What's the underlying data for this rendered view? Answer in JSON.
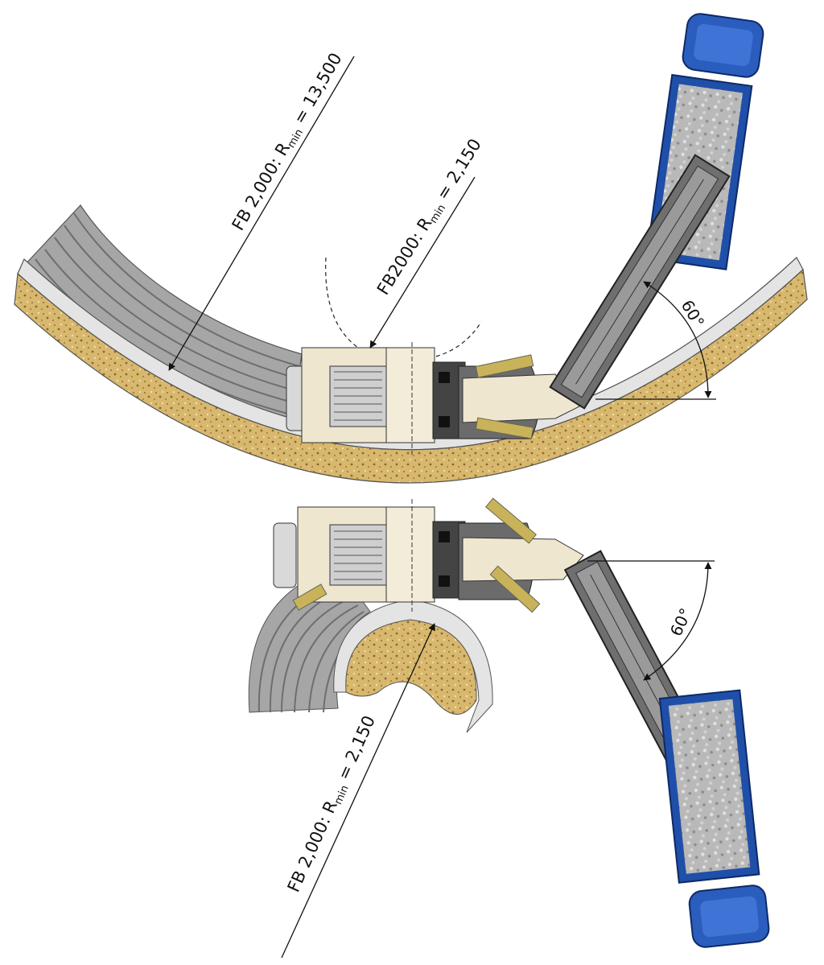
{
  "labels": {
    "top_outer_radius": {
      "prefix": "FB 2,000: R",
      "sub": "min",
      "suffix": " = 13,500"
    },
    "top_inner_radius": {
      "prefix": "FB2000: R",
      "sub": "min",
      "suffix": " = 2,150"
    },
    "bottom_radius": {
      "prefix": "FB 2,000: R",
      "sub": "min",
      "suffix": " = 2,150"
    },
    "top_angle": "60°",
    "bottom_angle": "60°"
  },
  "colors": {
    "gravel": "#d8b86e",
    "milled_surface": "#9a9a9a",
    "curb": "#e4e4e4",
    "machine_body": "#eee6cf",
    "conveyor": "#6f6f6f",
    "truck_cab": "#1f4fa8",
    "truck_load": "#b9b9b9"
  }
}
